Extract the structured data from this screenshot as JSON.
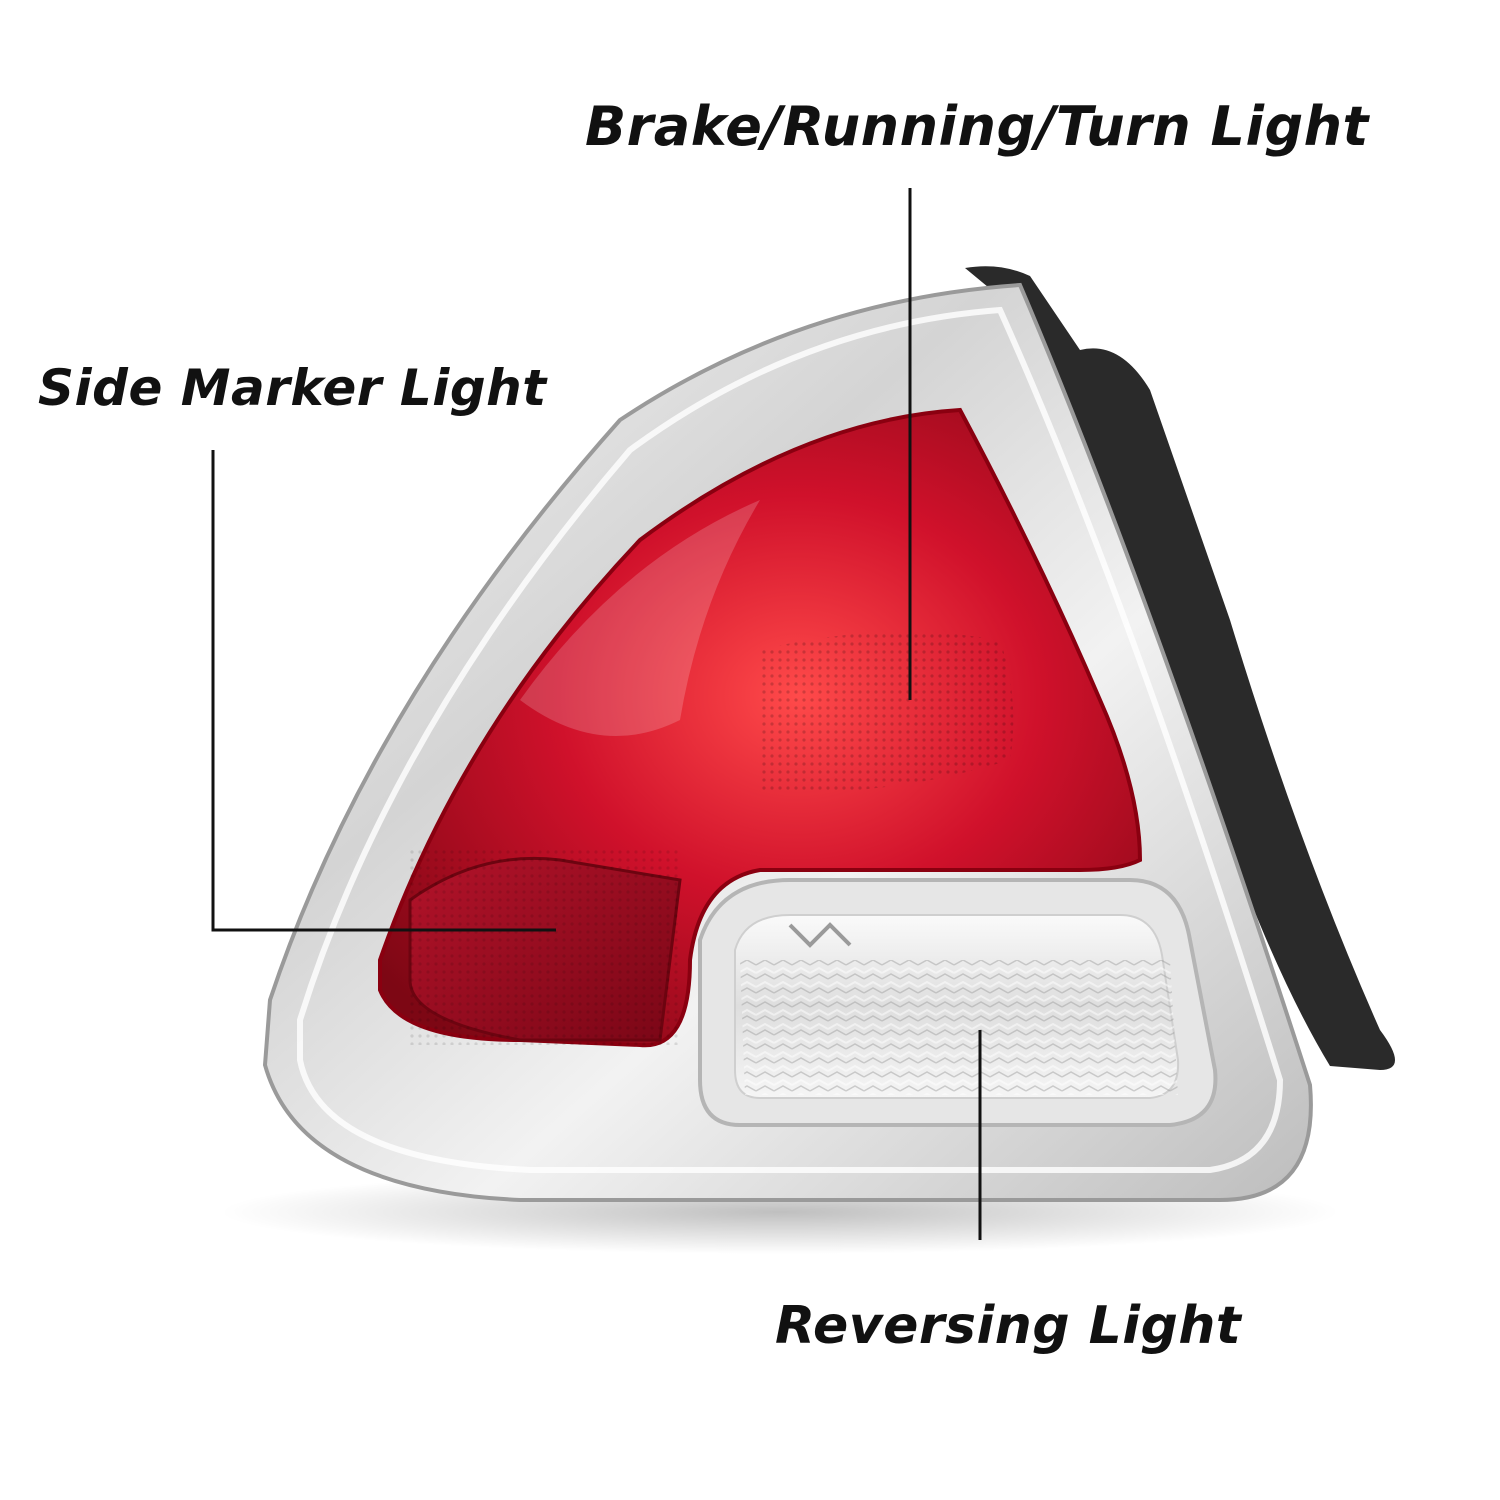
{
  "labels": {
    "brake_running_turn": "Brake/Running/Turn Light",
    "side_marker": "Side Marker Light",
    "reversing": "Reversing Light"
  },
  "colors": {
    "lens_red": "#c8102e",
    "chrome": "#dcdcdc",
    "gasket": "#2a2a2a",
    "callout_line": "#111111",
    "text": "#111111"
  }
}
